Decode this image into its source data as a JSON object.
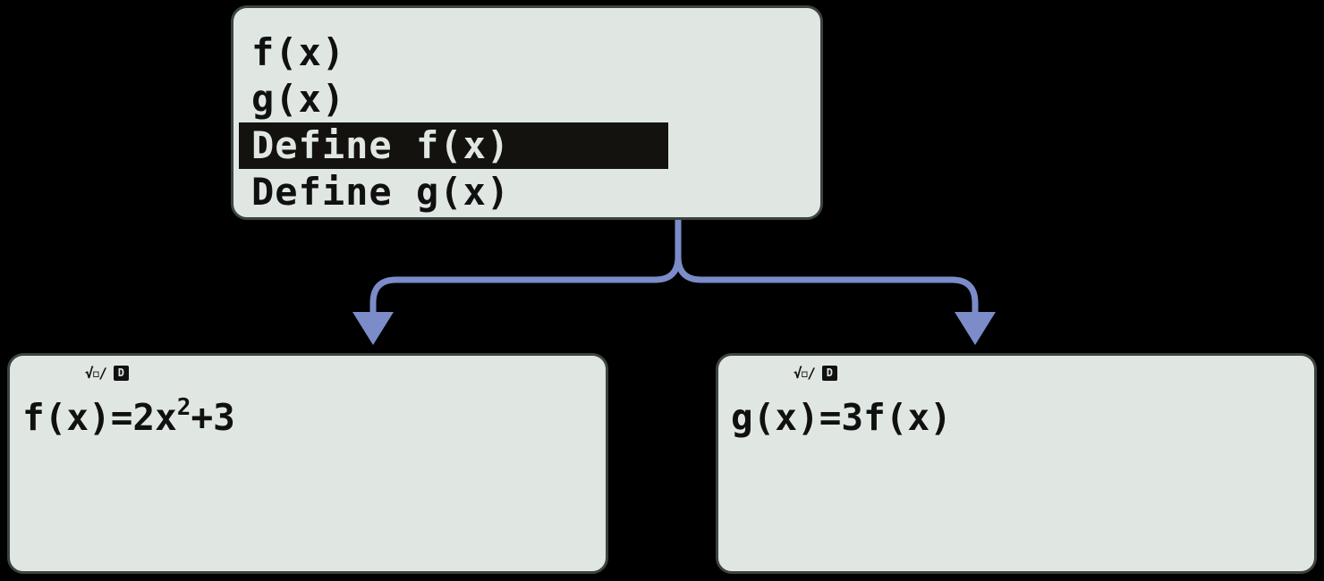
{
  "colors": {
    "background": "#000000",
    "screen_bg": "#e0e7e3",
    "screen_border": "#3c4440",
    "text": "#101010",
    "highlight_bg": "#14120f",
    "highlight_text": "#e0e7e3",
    "arrow": "#7b8cc8"
  },
  "menu_screen": {
    "items": [
      {
        "label": "f(x)"
      },
      {
        "label": "g(x)"
      },
      {
        "label": "Define f(x)"
      },
      {
        "label": "Define g(x)"
      }
    ],
    "highlighted_index": 2
  },
  "define_f_screen": {
    "status_icons": [
      {
        "name": "math-io-icon",
        "glyph": "√▫∕"
      },
      {
        "name": "deg-mode-icon",
        "glyph": "D"
      }
    ],
    "expression": {
      "pre": "f(x)=2x",
      "sup": "2",
      "post": "+3"
    }
  },
  "define_g_screen": {
    "status_icons": [
      {
        "name": "math-io-icon",
        "glyph": "√▫∕"
      },
      {
        "name": "deg-mode-icon",
        "glyph": "D"
      }
    ],
    "expression": {
      "pre": "g(x)=3f(x)",
      "sup": "",
      "post": ""
    }
  }
}
